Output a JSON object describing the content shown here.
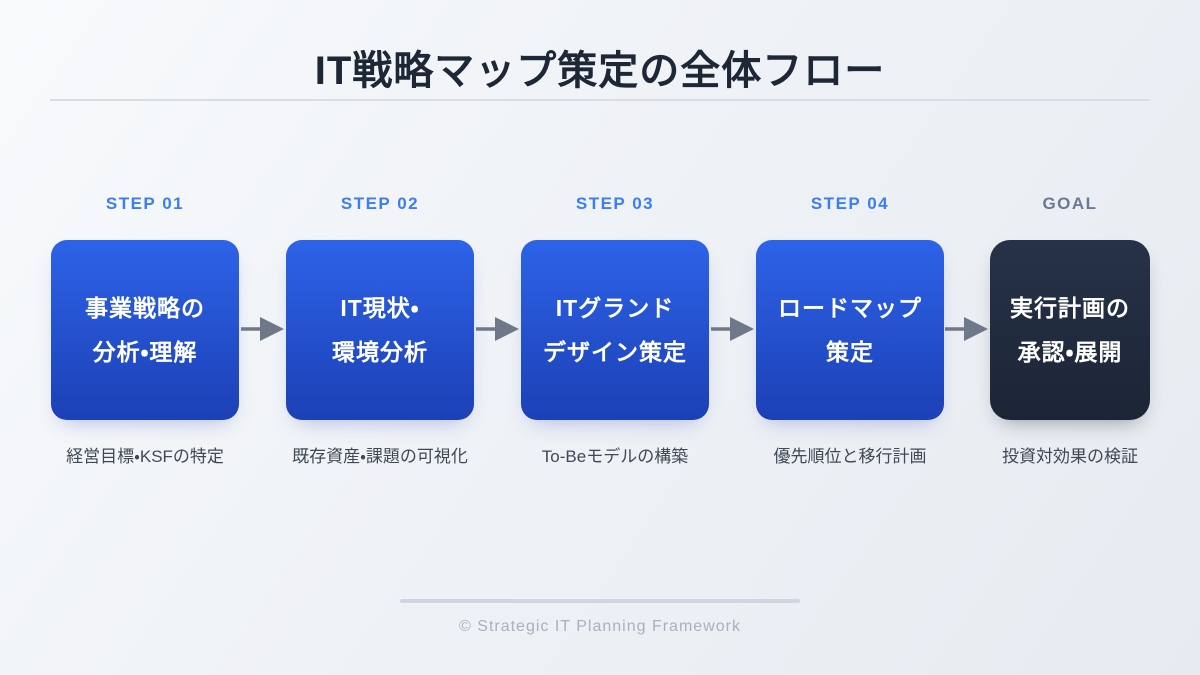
{
  "page": {
    "title": "IT戦略マップ策定の全体フロー",
    "footer": "© Strategic IT Planning Framework"
  },
  "colors": {
    "accent_blue": "#3b7df2",
    "card_gradient_top": "#2d63e8",
    "card_gradient_bottom": "#1c40b6",
    "goal_card_dark": "#222c40",
    "arrow_gray": "#6e7889",
    "title_text": "#1d2736",
    "description_text": "#3e4956",
    "goal_label_gray": "#697a91"
  },
  "flow": {
    "steps": [
      {
        "label": "STEP 01",
        "title_line1": "事業戦略の",
        "title_line2": "分析・理解",
        "description": "経営目標・KSFの特定"
      },
      {
        "label": "STEP 02",
        "title_line1": "IT現状・",
        "title_line2": "環境分析",
        "description": "既存資産・課題の可視化"
      },
      {
        "label": "STEP 03",
        "title_line1": "ITグランド",
        "title_line2": "デザイン策定",
        "description": "To-Beモデルの構築"
      },
      {
        "label": "STEP 04",
        "title_line1": "ロードマップ",
        "title_line2": "策定",
        "description": "優先順位と移行計画"
      },
      {
        "label": "GOAL",
        "title_line1": "実行計画の",
        "title_line2": "承認・展開",
        "description": "投資対効果の検証"
      }
    ]
  }
}
